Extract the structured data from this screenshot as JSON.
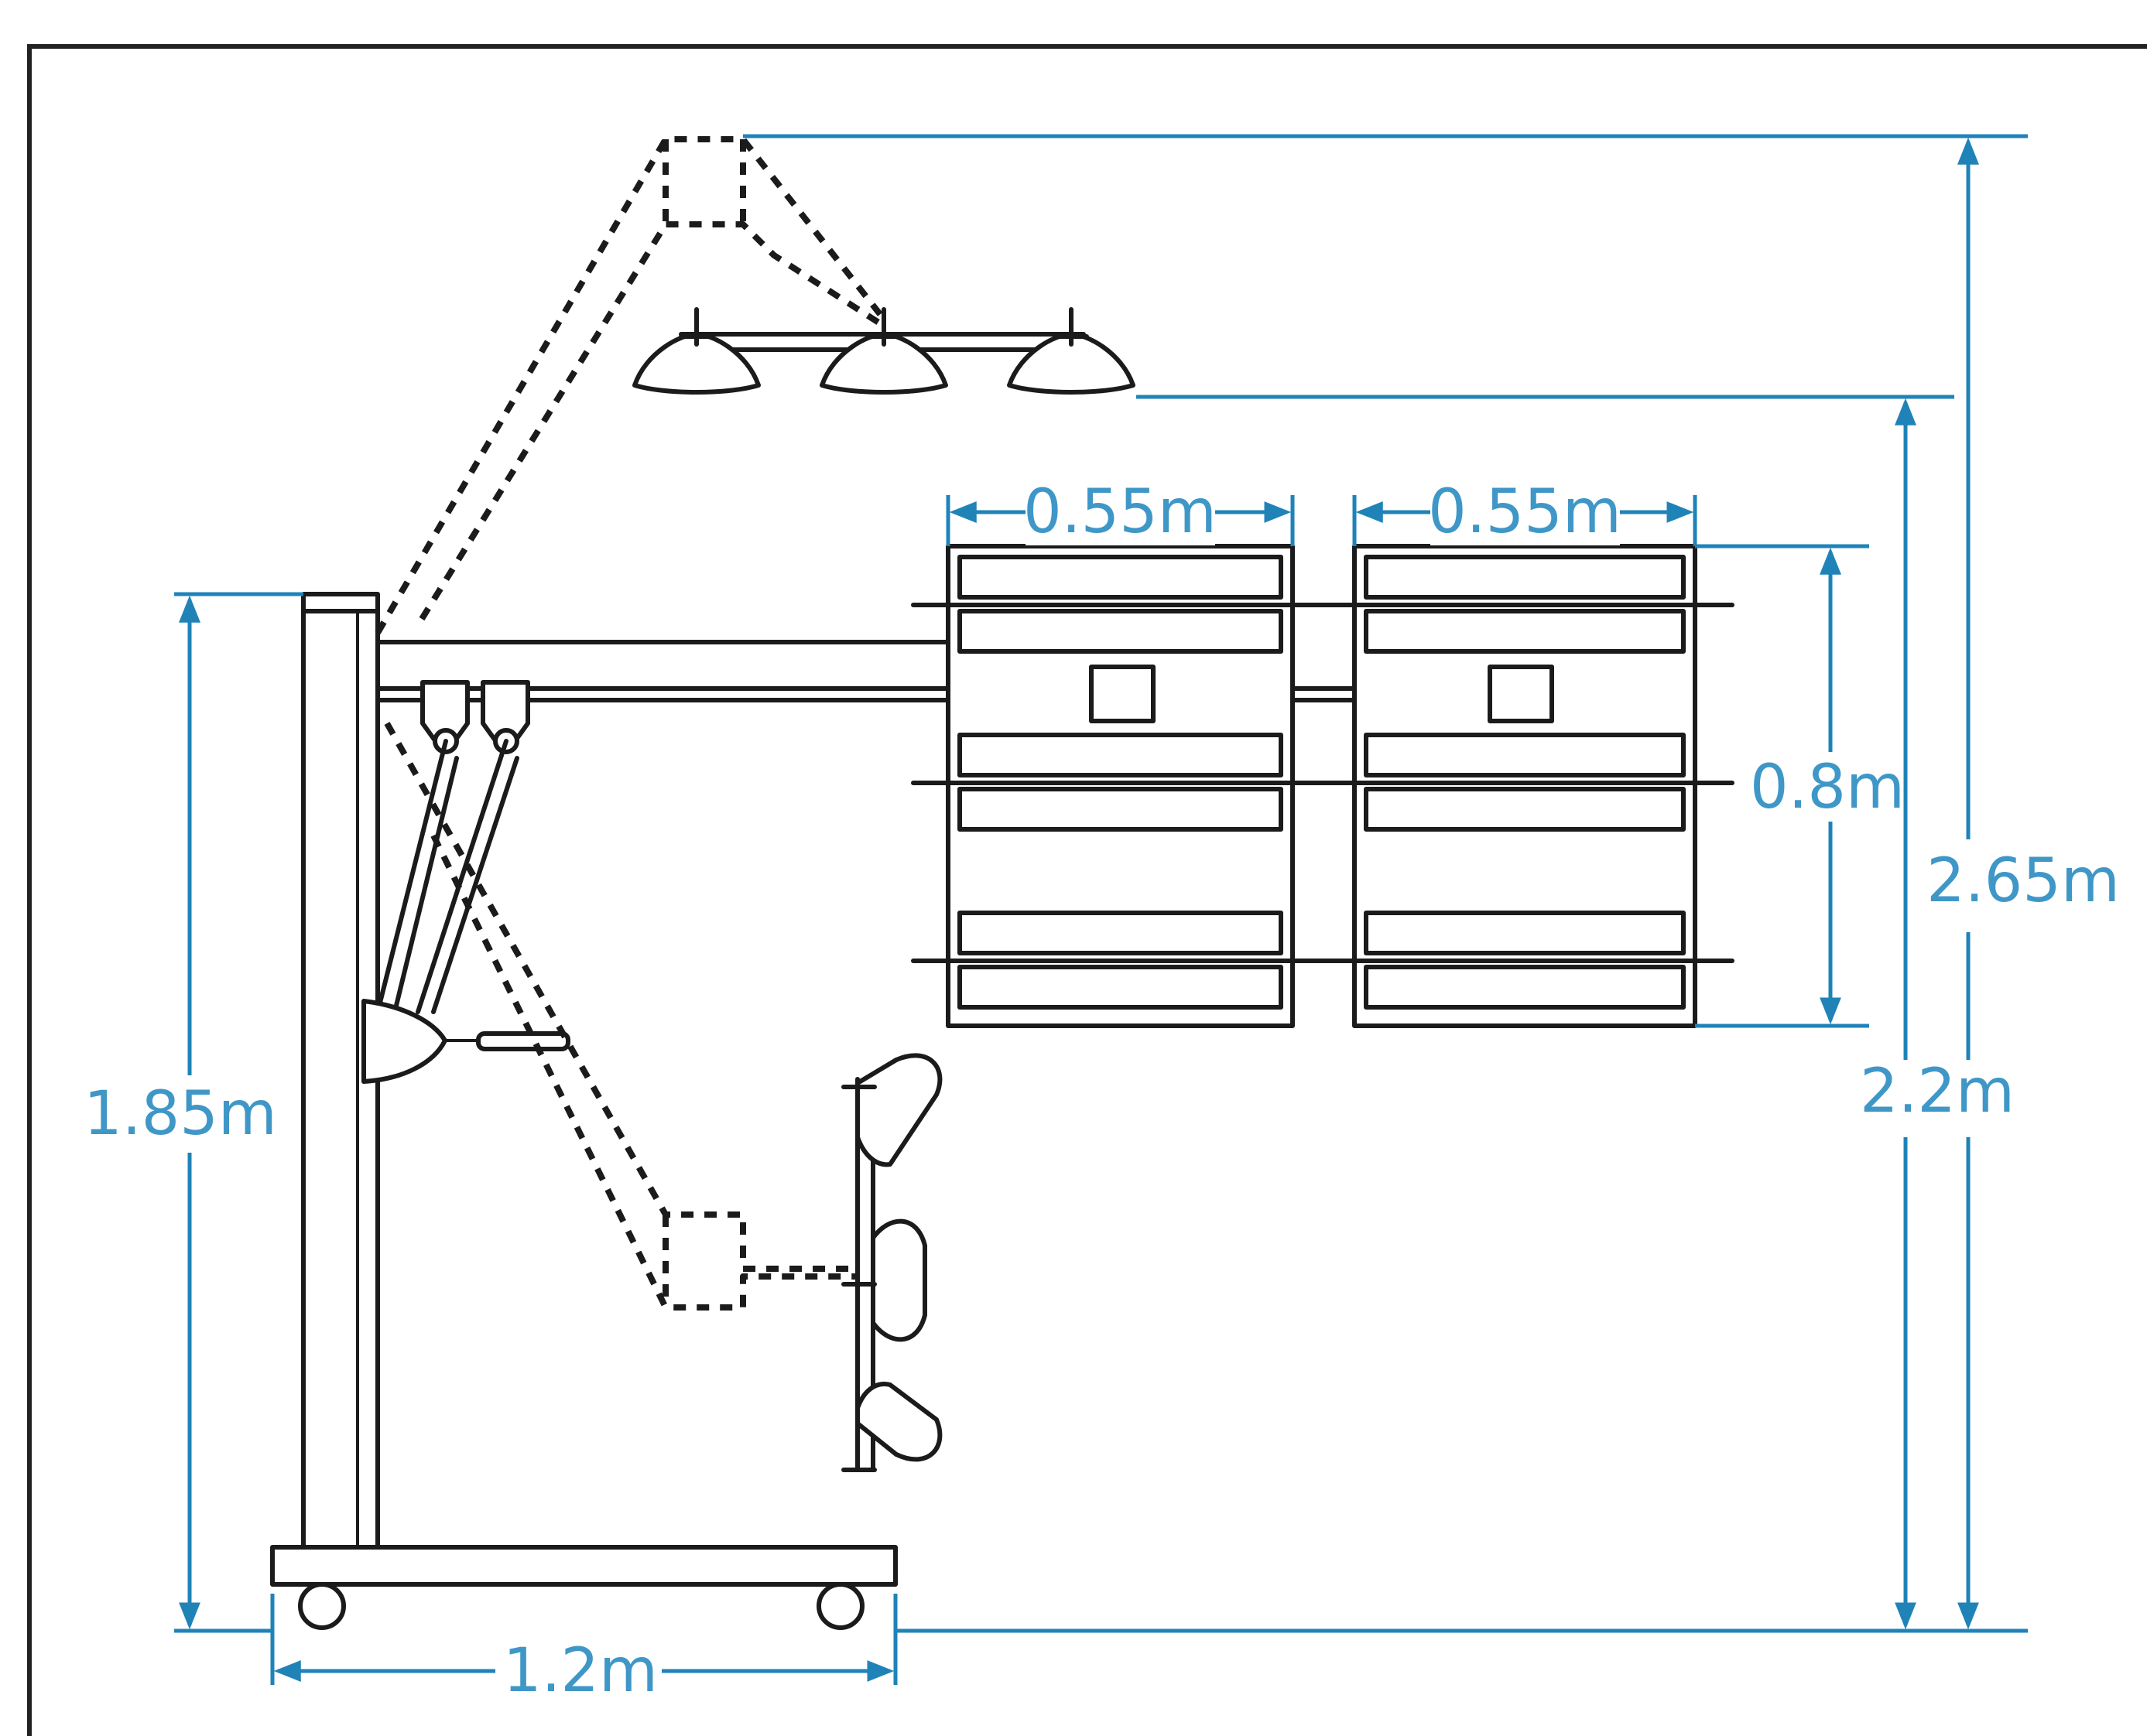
{
  "colors": {
    "dimension_line": "#1f83b8",
    "dimension_text": "#3f97c7",
    "structure": "#1b1b1b",
    "background": "#ffffff"
  },
  "dimensions": {
    "module_width_left": "0.55m",
    "module_width_right": "0.55m",
    "module_height": "0.8m",
    "max_height": "2.65m",
    "hanger_height": "2.2m",
    "mast_height": "1.85m",
    "base_width": "1.2m"
  }
}
